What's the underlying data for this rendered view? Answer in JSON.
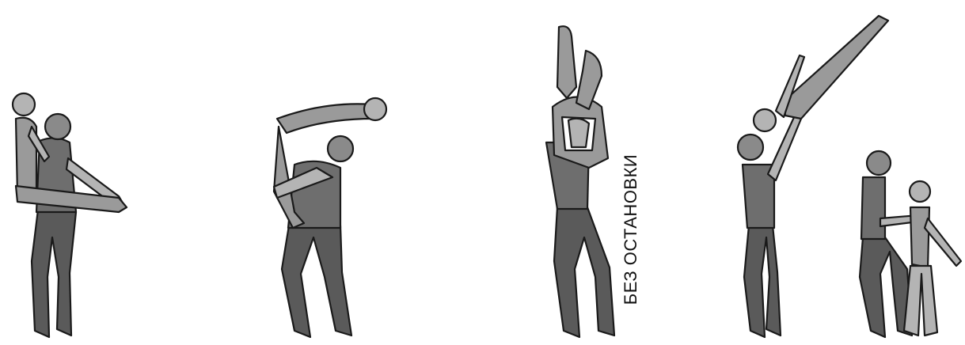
{
  "caption": "БЕЗ ОСТАНОВКИ",
  "colors": {
    "background": "#ffffff",
    "outline": "#1a1a1a",
    "base_figure": "#6e6e6e",
    "base_legs": "#5a5a5a",
    "top_figure": "#9a9a9a",
    "skin": "#b4b4b4"
  },
  "icons": [
    "pair-figure-carry",
    "pair-figure-back-hold",
    "pair-figure-tuck",
    "pair-figure-throw",
    "pair-figure-landing"
  ]
}
